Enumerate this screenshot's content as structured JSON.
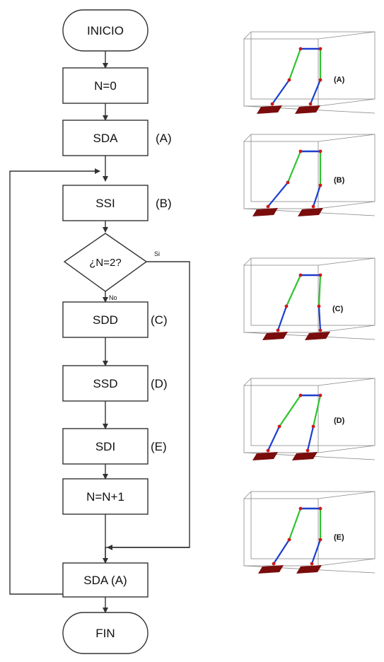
{
  "flowchart": {
    "start": "INICIO",
    "init": "N=0",
    "step1": {
      "text": "SDA",
      "tag": "(A)"
    },
    "step2": {
      "text": "SSI",
      "tag": "(B)"
    },
    "decision": "¿N=2?",
    "yes_label": "Si",
    "no_label": "No",
    "step3": {
      "text": "SDD",
      "tag": "(C)"
    },
    "step4": {
      "text": "SSD",
      "tag": "(D)"
    },
    "step5": {
      "text": "SDI",
      "tag": "(E)"
    },
    "increment": "N=N+1",
    "final_step": "SDA (A)",
    "end": "FIN"
  },
  "robot_panels": [
    {
      "label": "(A)"
    },
    {
      "label": "(B)"
    },
    {
      "label": "(C)"
    },
    {
      "label": "(D)"
    },
    {
      "label": "(E)"
    }
  ],
  "colors": {
    "hip_bar": "#1a3fd0",
    "thigh": "#2ec42e",
    "shin": "#1a3fd0",
    "joint": "#d01818",
    "foot": "#7a0c0c",
    "box": "#888888"
  }
}
